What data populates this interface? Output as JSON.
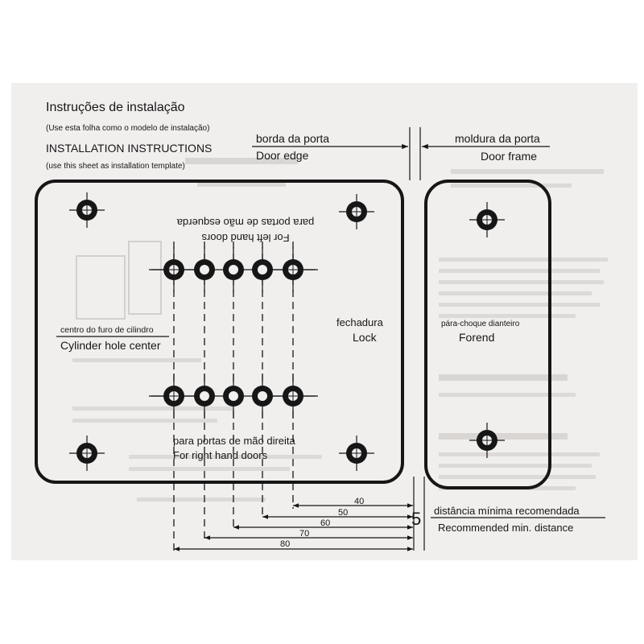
{
  "header": {
    "title_pt": "Instruções de instalação",
    "subtitle_pt": "(Use esta folha como o modelo de instalação)",
    "title_en": "INSTALLATION INSTRUCTIONS",
    "subtitle_en": "(use this sheet as installation template)"
  },
  "edges": {
    "door_edge_pt": "borda da porta",
    "door_edge_en": "Door edge",
    "door_frame_pt": "moldura da porta",
    "door_frame_en": "Door frame"
  },
  "lock_plate": {
    "left_hand_en": "For left hand doors",
    "left_hand_pt": "para portas de mão esquerda",
    "cylinder_pt": "centro do furo de cilindro",
    "cylinder_en": "Cylinder hole center",
    "lock_pt": "fechadura",
    "lock_en": "Lock",
    "right_hand_pt": "para portas de mão direita",
    "right_hand_en": "For right hand doors"
  },
  "forend": {
    "label_pt": "pára-choque dianteiro",
    "label_en": "Forend"
  },
  "dimensions": {
    "values": [
      "40",
      "50",
      "60",
      "70",
      "80"
    ],
    "min_distance": "5",
    "min_distance_pt": "distância mínima recomendada",
    "min_distance_en": "Recommended min. distance"
  },
  "colors": {
    "ink": "#161616",
    "paper": "#f1efee",
    "bleed_through": "#c9c6c4"
  }
}
